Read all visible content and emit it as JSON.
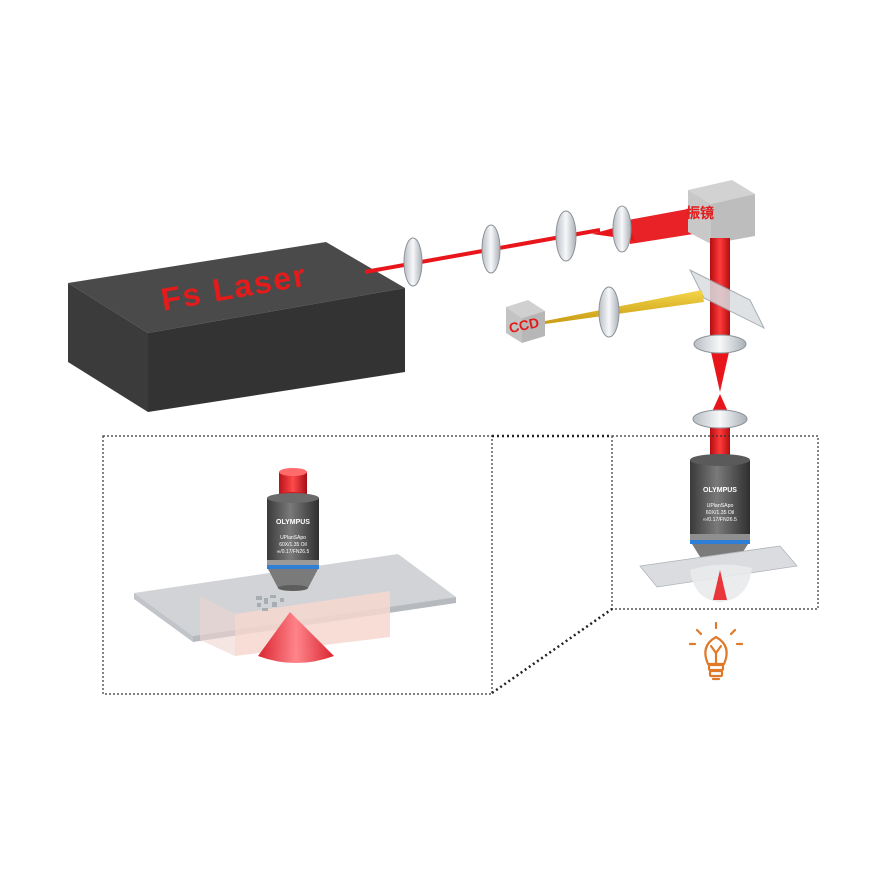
{
  "laser": {
    "label": "Fs Laser",
    "box_color": "#3d3d3d",
    "label_color": "#e31b1b"
  },
  "beam": {
    "color": "#e8161b"
  },
  "galvo": {
    "label": "振镜"
  },
  "camera": {
    "label": "CCD",
    "beam_color": "#e6c21e"
  },
  "objective_main": {
    "brand": "OLYMPUS",
    "model": "UPlanSApo",
    "spec1": "60X/1.35 Oil",
    "spec2": "∞/0.17/FN26.5"
  },
  "objective_zoom": {
    "brand": "OLYMPUS",
    "model": "UPlanSApo",
    "spec1": "60X/1.35 Oil",
    "spec2": "∞/0.17/FN26.5"
  },
  "illumination": {
    "icon": "light-bulb-icon",
    "color": "#e07a2a"
  }
}
